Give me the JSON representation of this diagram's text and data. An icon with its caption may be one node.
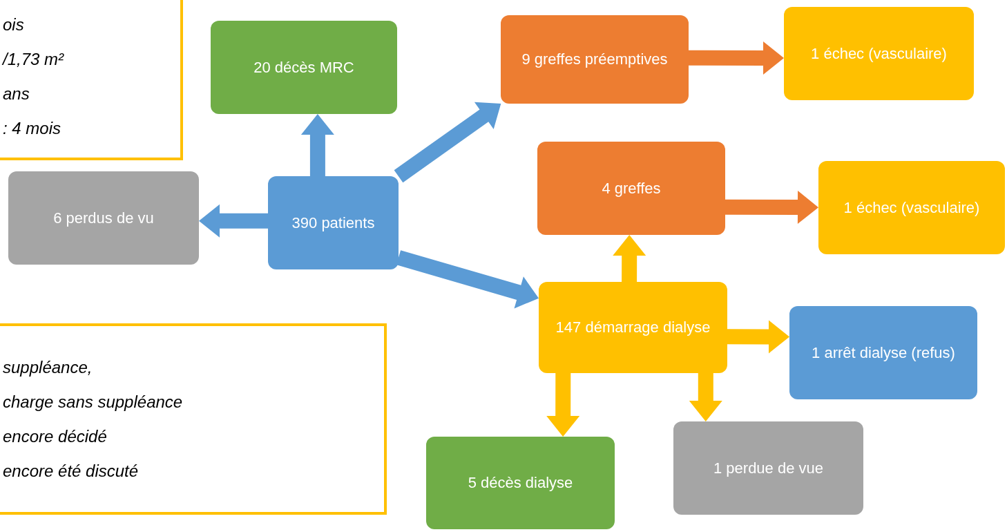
{
  "diagram": {
    "nodes": [
      {
        "text": [
          "ois",
          "/1,73 m²",
          "ans",
          ": 4 mois"
        ]
      },
      {
        "text": [
          "suppléance,",
          "charge sans suppléance",
          "encore décidé",
          "encore été discuté"
        ]
      },
      {
        "text": [
          "20 décès MRC"
        ]
      },
      {
        "text": [
          "6 perdus de vu"
        ]
      },
      {
        "text": [
          "390 patients"
        ]
      },
      {
        "text": [
          "9 greffes préemptives"
        ]
      },
      {
        "text": [
          "1 échec (vasculaire)"
        ]
      },
      {
        "text": [
          "4 greffes"
        ]
      },
      {
        "text": [
          "1 échec (vasculaire)"
        ]
      },
      {
        "text": [
          "147 démarrage dialyse"
        ]
      },
      {
        "text": [
          "1 arrêt dialyse (refus)"
        ]
      },
      {
        "text": [
          "5 décès dialyse"
        ]
      },
      {
        "text": [
          "1 perdue de vue"
        ]
      }
    ],
    "edges": [
      {
        "from": 4,
        "to": 2,
        "arrow": "to",
        "style": "thick",
        "color": "#5b9bd5"
      },
      {
        "from": 4,
        "to": 3,
        "arrow": "to",
        "style": "thick",
        "color": "#5b9bd5"
      },
      {
        "from": 4,
        "to": 5,
        "arrow": "to",
        "style": "thick",
        "color": "#5b9bd5"
      },
      {
        "from": 4,
        "to": 9,
        "arrow": "to",
        "style": "thick",
        "color": "#5b9bd5"
      },
      {
        "from": 5,
        "to": 6,
        "arrow": "to",
        "style": "thick",
        "color": "#ed7d31"
      },
      {
        "from": 9,
        "to": 7,
        "arrow": "to",
        "style": "thick",
        "color": "#ffc000"
      },
      {
        "from": 7,
        "to": 8,
        "arrow": "to",
        "style": "thick",
        "color": "#ed7d31"
      },
      {
        "from": 9,
        "to": 10,
        "arrow": "to",
        "style": "thick",
        "color": "#ffc000"
      },
      {
        "from": 9,
        "to": 11,
        "arrow": "to",
        "style": "thick",
        "color": "#ffc000"
      },
      {
        "from": 9,
        "to": 12,
        "arrow": "to",
        "style": "thick",
        "color": "#ffc000"
      }
    ]
  }
}
